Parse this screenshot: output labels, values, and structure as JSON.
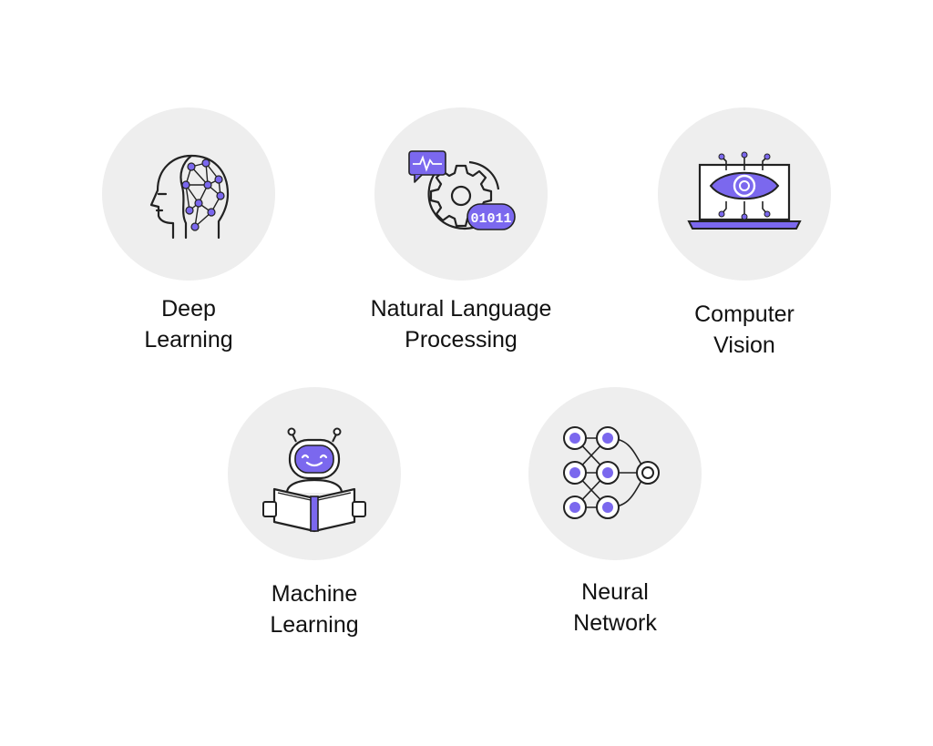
{
  "accent_color": "#7b68ee",
  "items": [
    {
      "icon": "head-network-icon",
      "label_lines": [
        "Deep",
        "Learning"
      ]
    },
    {
      "icon": "gear-chat-icon",
      "label_lines": [
        "Natural Language",
        "Processing"
      ],
      "badge_text": "01011"
    },
    {
      "icon": "laptop-eye-icon",
      "label_lines": [
        "Computer",
        "Vision"
      ]
    },
    {
      "icon": "robot-book-icon",
      "label_lines": [
        "Machine",
        "Learning"
      ]
    },
    {
      "icon": "neural-network-icon",
      "label_lines": [
        "Neural",
        "Network"
      ]
    }
  ]
}
